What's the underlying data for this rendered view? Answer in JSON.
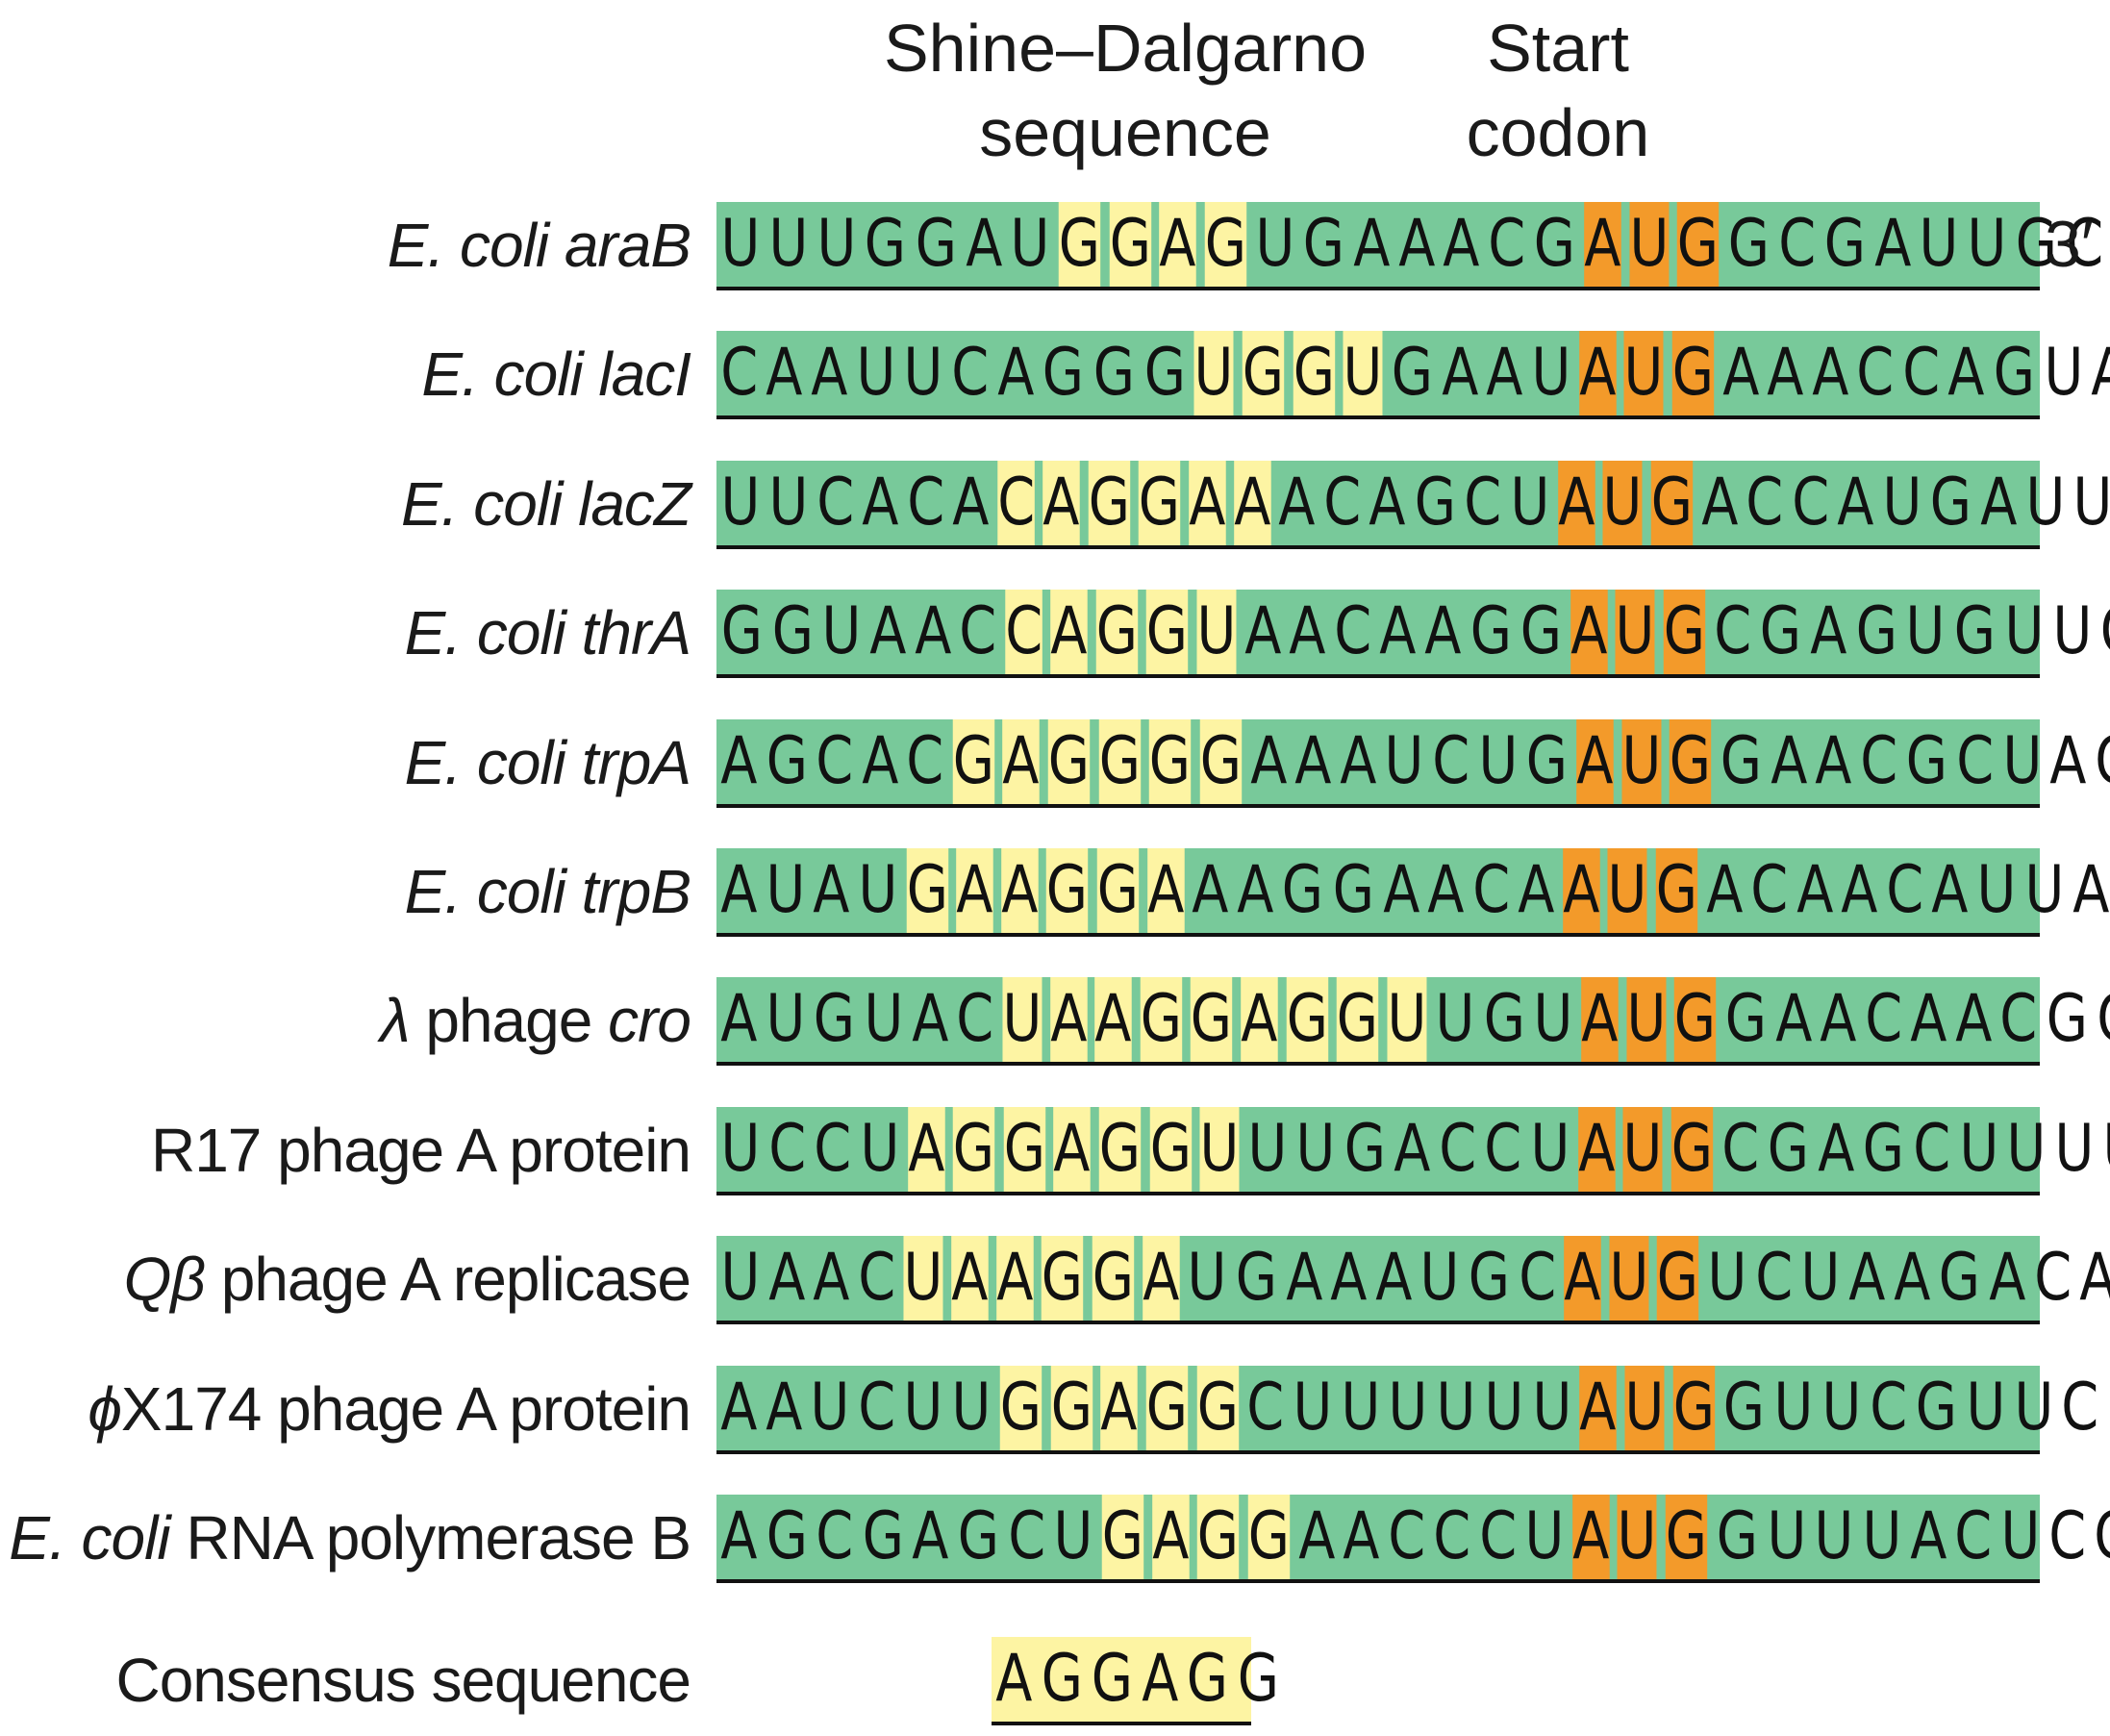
{
  "headers": {
    "shine_dalgarno_line1": "Shine–Dalgarno",
    "shine_dalgarno_line2": "sequence",
    "start_codon_line1": "Start",
    "start_codon_line2": "codon"
  },
  "three_prime_label": "3′",
  "colors": {
    "flank": "#78c99a",
    "shine_dalgarno": "#fdf4a3",
    "start_codon": "#f39a2a"
  },
  "sequences": [
    {
      "label_italic": "E. coli araB",
      "label_plain": "",
      "label_suffix_italic": "",
      "sequence": "UUUGGAUGGAGUGAAACGAUGGCGAUUGCA",
      "sd": [
        7,
        11
      ],
      "start_codon": [
        18,
        21
      ]
    },
    {
      "label_italic": "E. coli lacI",
      "label_plain": "",
      "label_suffix_italic": "",
      "sequence": "CAAUUCAGGGUGGUGAAUAUGAAACCAGUA",
      "sd": [
        10,
        14
      ],
      "start_codon": [
        18,
        21
      ]
    },
    {
      "label_italic": "E. coli lacZ",
      "label_plain": "",
      "label_suffix_italic": "",
      "sequence": "UUCACACAGGAAACAGCUAUGACCAUGAUU",
      "sd": [
        6,
        12
      ],
      "start_codon": [
        18,
        21
      ]
    },
    {
      "label_italic": "E. coli thrA",
      "label_plain": "",
      "label_suffix_italic": "",
      "sequence": "GGUAACCAGGUAACAAGGAUGCGAGUGUUG",
      "sd": [
        6,
        11
      ],
      "start_codon": [
        18,
        21
      ]
    },
    {
      "label_italic": "E. coli trpA",
      "label_plain": "",
      "label_suffix_italic": "",
      "sequence": "AGCACGAGGGGAAAUCUGAUGGAACGCUAC",
      "sd": [
        5,
        11
      ],
      "start_codon": [
        18,
        21
      ]
    },
    {
      "label_italic": "E. coli trpB",
      "label_plain": "",
      "label_suffix_italic": "",
      "sequence": "AUAUGAAGGAAAGGAACAAUGACAACAUUA",
      "sd": [
        4,
        10
      ],
      "start_codon": [
        18,
        21
      ]
    },
    {
      "label_italic": "λ",
      "label_plain": " phage ",
      "label_suffix_italic": "cro",
      "sequence": "AUGUACUAAGGAGGUUGUAUGGAACAACGC",
      "sd": [
        6,
        15
      ],
      "start_codon": [
        18,
        21
      ]
    },
    {
      "label_italic": "",
      "label_plain": "R17 phage A protein",
      "label_suffix_italic": "",
      "sequence": "UCCUAGGAGGUUUGACCUAUGCGAGCUUUU",
      "sd": [
        4,
        11
      ],
      "start_codon": [
        18,
        21
      ]
    },
    {
      "label_italic": "Qβ",
      "label_plain": " phage A replicase",
      "label_suffix_italic": "",
      "sequence": "UAACUAAGGAUGAAAUGCAUGUCUAAGACA",
      "sd": [
        4,
        10
      ],
      "start_codon": [
        18,
        21
      ]
    },
    {
      "label_italic": "ϕ",
      "label_plain": "X174 phage A protein",
      "label_suffix_italic": "",
      "sequence": "AAUCUUGGAGGCUUUUUUAUGGUUCGUUCU",
      "sd": [
        6,
        11
      ],
      "start_codon": [
        18,
        21
      ]
    },
    {
      "label_italic": "E. coli",
      "label_plain": " RNA polymerase B",
      "label_suffix_italic": "",
      "sequence": "AGCGAGCUGAGGAACCCUAUGGUUUACUCC",
      "sd": [
        8,
        12
      ],
      "start_codon": [
        18,
        21
      ]
    }
  ],
  "consensus": {
    "label": "Consensus sequence",
    "sequence": "AGGAGG"
  }
}
